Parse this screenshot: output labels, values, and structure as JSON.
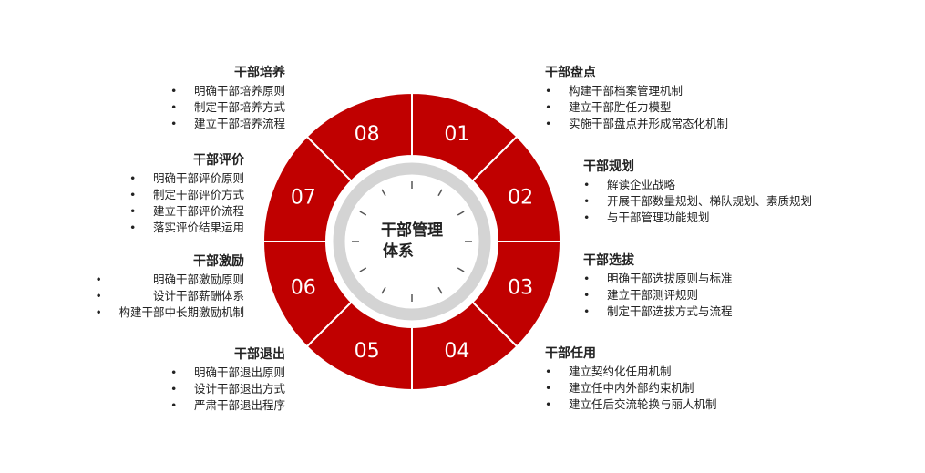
{
  "center_title": [
    "干部管理",
    "体系"
  ],
  "colors": {
    "red": "#c00000",
    "ring": "#d4d4d4"
  },
  "segments": [
    "01",
    "02",
    "03",
    "04",
    "05",
    "06",
    "07",
    "08"
  ],
  "blocks": {
    "pandian": {
      "title": "干部盘点",
      "items": [
        "构建干部档案管理机制",
        "建立干部胜任力模型",
        "实施干部盘点并形成常态化机制"
      ]
    },
    "guihua": {
      "title": "干部规划",
      "items": [
        "解读企业战略",
        "开展干部数量规划、梯队规划、素质规划",
        "与干部管理功能规划"
      ]
    },
    "xuanba": {
      "title": "干部选拔",
      "items": [
        "明确干部选拔原则与标准",
        "建立干部测评规则",
        "制定干部选拔方式与流程"
      ]
    },
    "renyong": {
      "title": "干部任用",
      "items": [
        "建立契约化任用机制",
        "建立任中内外部约束机制",
        "建立任后交流轮换与丽人机制"
      ]
    },
    "tuichu": {
      "title": "干部退出",
      "items": [
        "明确干部退出原则",
        "设计干部退出方式",
        "严肃干部退出程序"
      ]
    },
    "jili": {
      "title": "干部激励",
      "items": [
        "明确干部激励原则",
        "设计干部薪酬体系",
        "构建干部中长期激励机制"
      ]
    },
    "pingjia": {
      "title": "干部评价",
      "items": [
        "明确干部评价原则",
        "制定干部评价方式",
        "建立干部评价流程",
        "落实评价结果运用"
      ]
    },
    "peiyang": {
      "title": "干部培养",
      "items": [
        "明确干部培养原则",
        "制定干部培养方式",
        "建立干部培养流程"
      ]
    }
  }
}
